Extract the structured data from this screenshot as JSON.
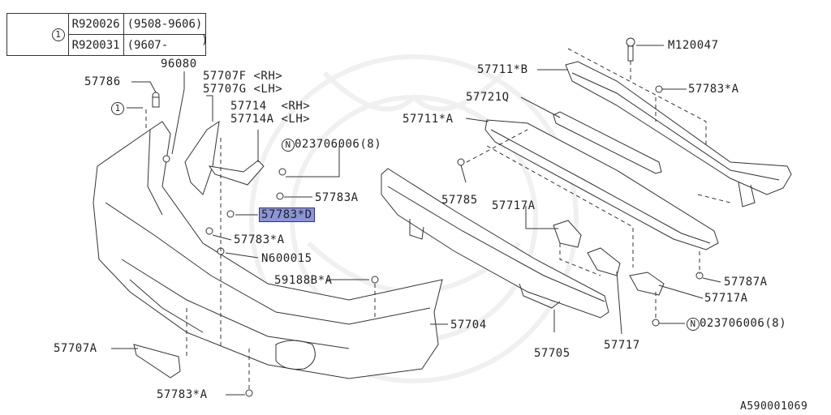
{
  "legend": {
    "marker": "1",
    "rows": [
      {
        "code": "R920026",
        "range": "(9508-9606)"
      },
      {
        "code": "R920031",
        "range": "(9607-"
      }
    ],
    "closing": ")"
  },
  "labels": {
    "p57786": "57786",
    "marker1": "1",
    "p96080": "96080",
    "p57707f": "57707F <RH>",
    "p57707g": "57707G <LH>",
    "p57714": "57714  <RH>",
    "p57714a": "57714A <LH>",
    "n_prefix1": "N",
    "p023706006a": "023706006(8)",
    "p57783a_1": "57783A",
    "p57783d": "57783*D",
    "p57783a_star1": "57783*A",
    "n600015": "N600015",
    "p59188b": "59188B*A",
    "p57704": "57704",
    "p57707a": "57707A",
    "p57783a_star2": "57783*A",
    "m120047": "M120047",
    "p57711b": "57711*B",
    "p57783a_star3": "57783*A",
    "p57721q": "57721Q",
    "p57711a": "57711*A",
    "p57785": "57785",
    "p57717a_1": "57717A",
    "p57787a": "57787A",
    "p57717a_2": "57717A",
    "n_prefix2": "N",
    "p023706006b": "023706006(8)",
    "p57705": "57705",
    "p57717": "57717",
    "drawing_id": "A590001069"
  },
  "highlight_color": "#8c95d6"
}
